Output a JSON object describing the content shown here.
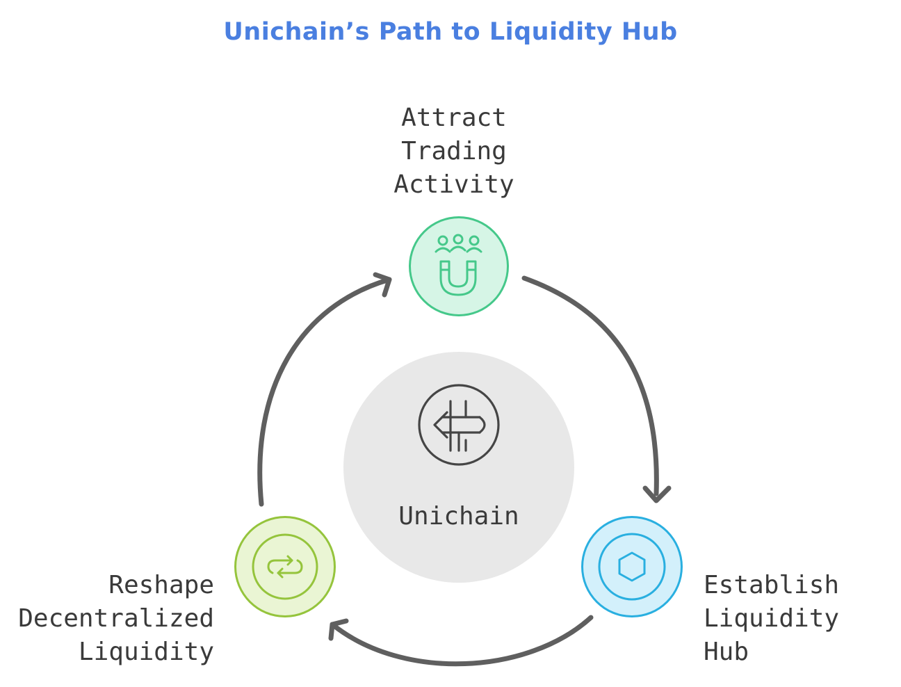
{
  "title": "Unichain’s Path to Liquidity Hub",
  "center": {
    "label": "Unichain",
    "icon": "unichain-logo-icon",
    "color": "#e8e8e8"
  },
  "steps": [
    {
      "label": "Attract\nTrading\nActivity",
      "icon": "magnet-people-icon",
      "fill": "#d6f5e6",
      "stroke": "#45c88a"
    },
    {
      "label": "Establish\nLiquidity Hub",
      "icon": "hexagon-icon",
      "fill": "#d3f0fb",
      "stroke": "#29afe0"
    },
    {
      "label": "Reshape\nDecentralized\nLiquidity",
      "icon": "exchange-arrows-icon",
      "fill": "#eaf5d4",
      "stroke": "#95c43c"
    }
  ],
  "arrow_color": "#5f5f5f"
}
